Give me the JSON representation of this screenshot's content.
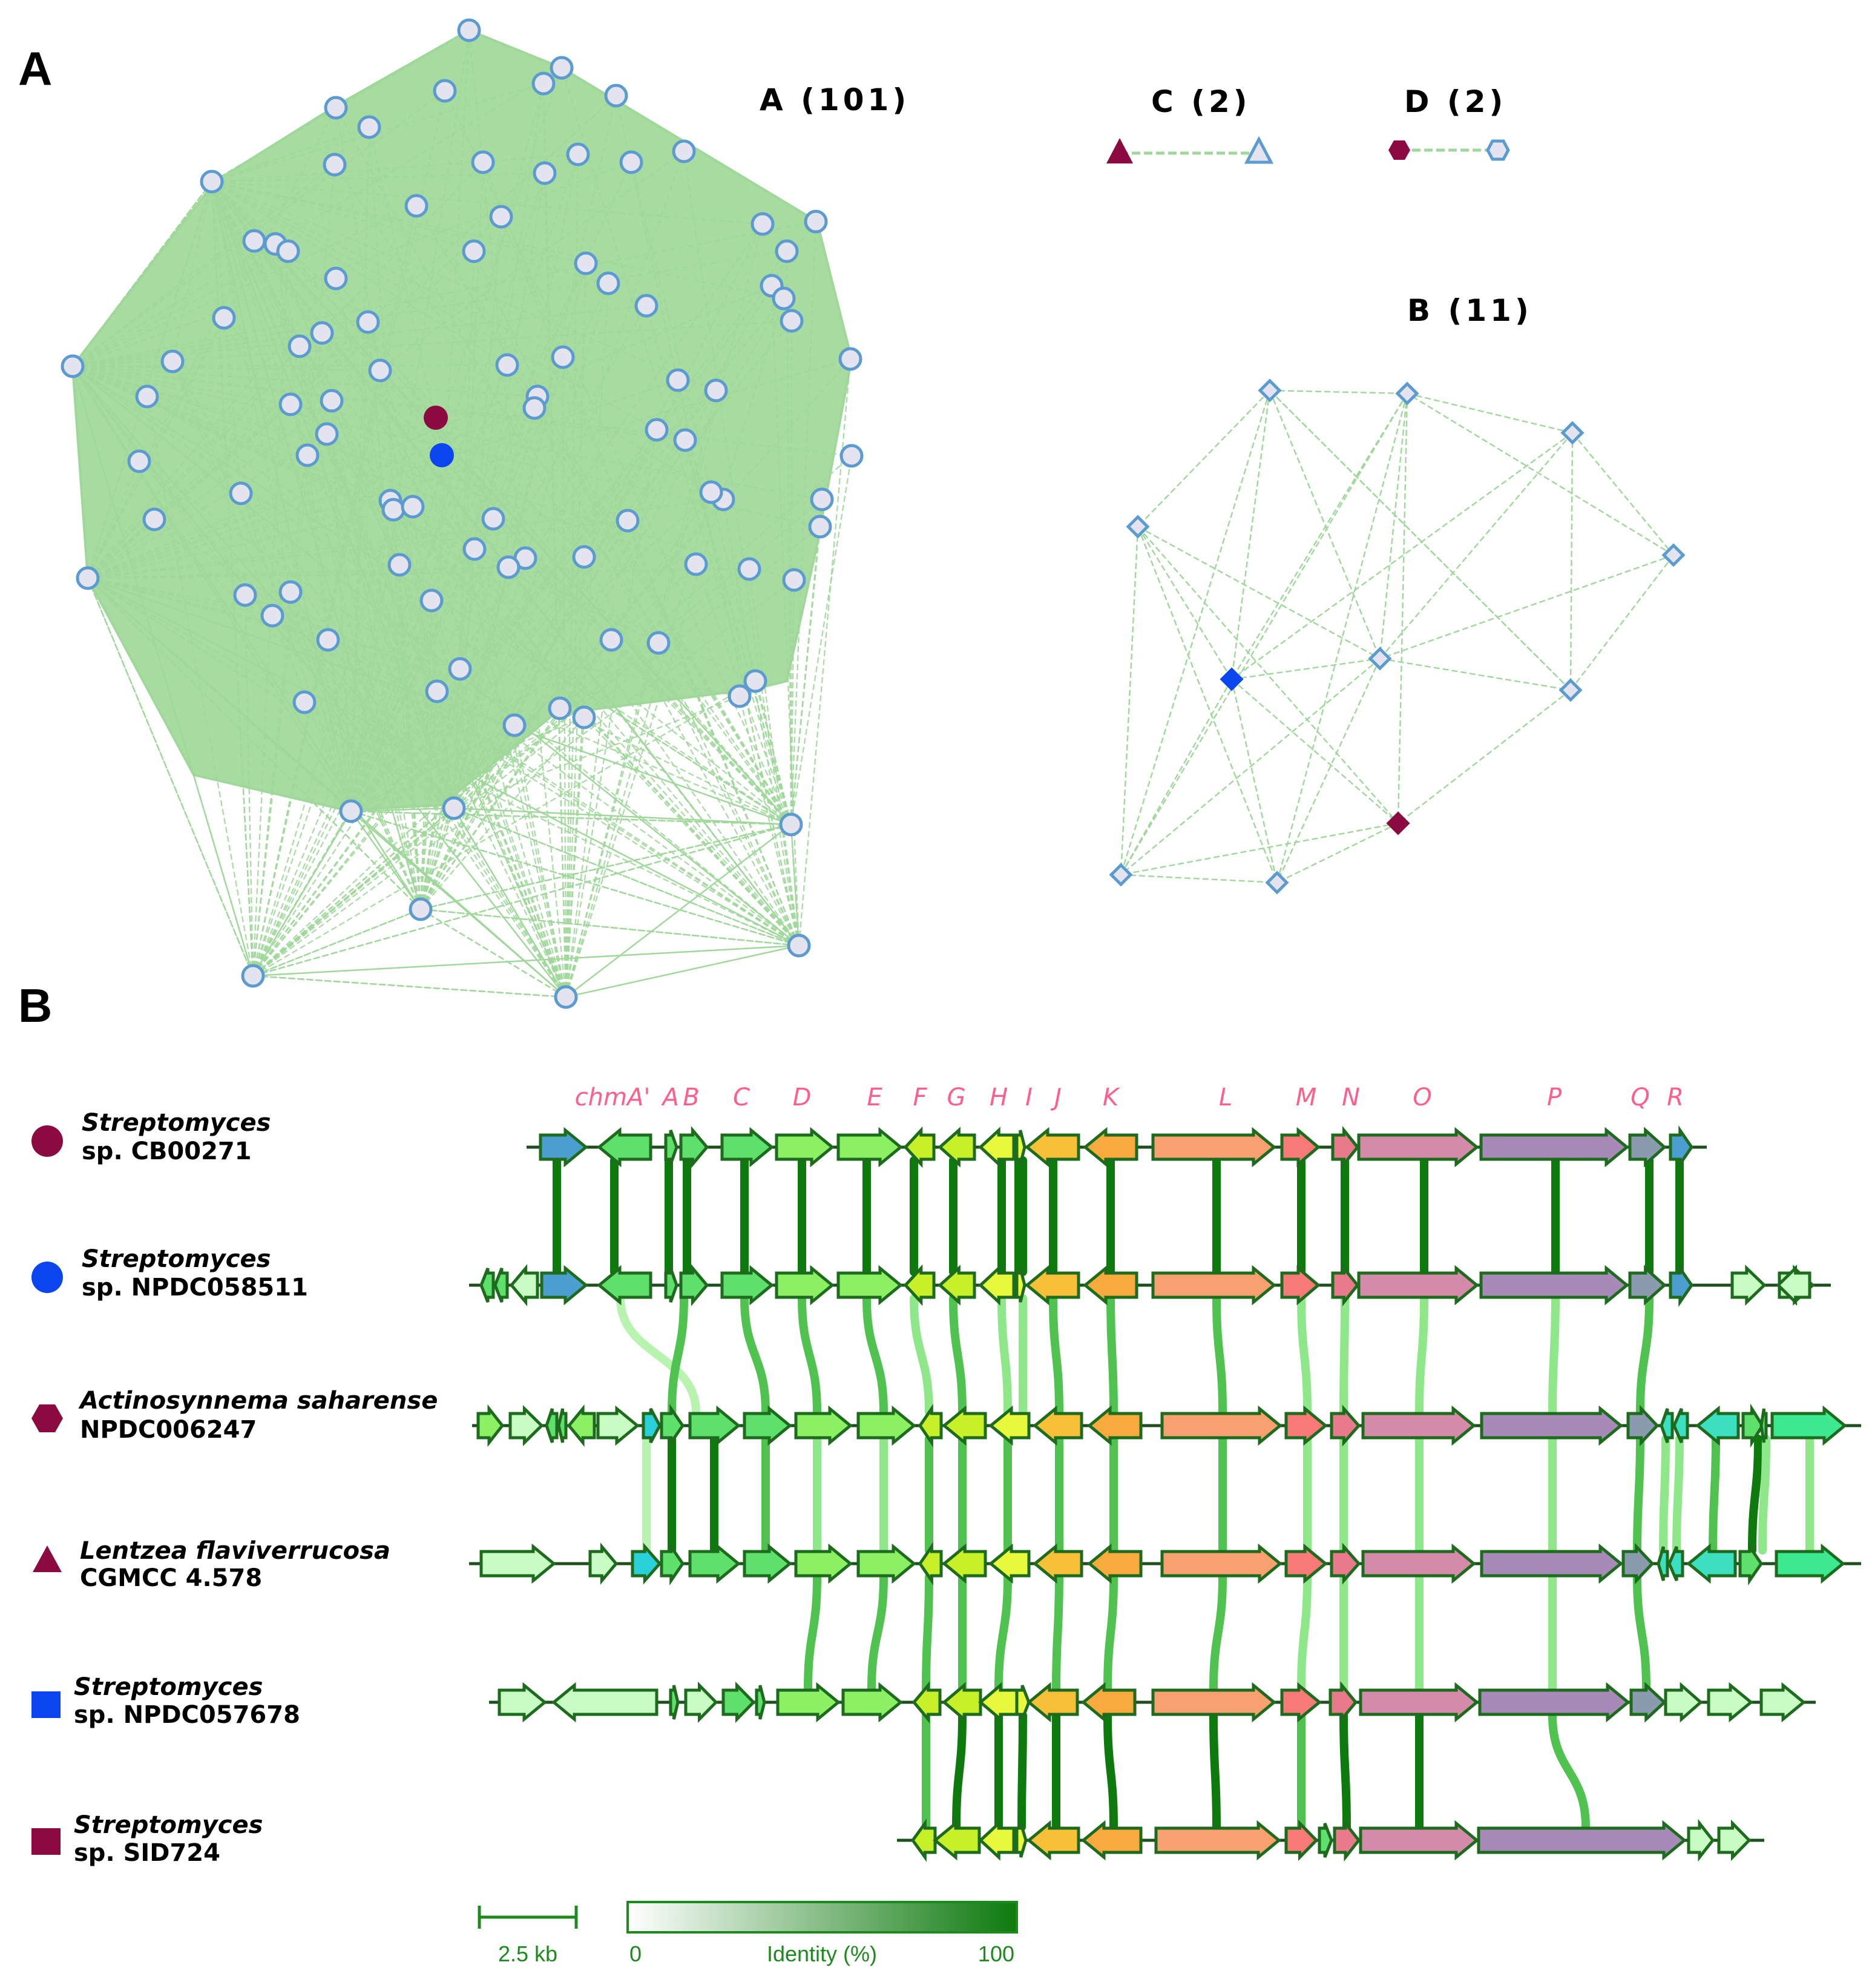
{
  "panel_a": {
    "letter": "A",
    "networks": {
      "a": {
        "label": "A (101)"
      },
      "b": {
        "label": "B (11)"
      },
      "c": {
        "label": "C (2)"
      },
      "d": {
        "label": "D (2)"
      }
    }
  },
  "panel_b": {
    "letter": "B",
    "gene_labels": [
      "chmA'",
      "A",
      "B",
      "C",
      "D",
      "E",
      "F",
      "G",
      "H",
      "I",
      "J",
      "K",
      "L",
      "M",
      "N",
      "O",
      "P",
      "Q",
      "R"
    ],
    "species": [
      {
        "name": "Streptomyces",
        "strain": "sp. CB00271",
        "marker": "circle",
        "color": "#8b0a3f"
      },
      {
        "name": "Streptomyces",
        "strain": "sp. NPDC058511",
        "marker": "circle",
        "color": "#0a45f0"
      },
      {
        "name": "Actinosynnema saharense",
        "strain": "NPDC006247",
        "marker": "hexagon",
        "color": "#8b0a3f"
      },
      {
        "name": "Lentzea flaviverrucosa",
        "strain": "CGMCC 4.578",
        "marker": "triangle",
        "color": "#8b0a3f"
      },
      {
        "name": "Streptomyces",
        "strain": "sp. NPDC057678",
        "marker": "square",
        "color": "#0a45f0"
      },
      {
        "name": "Streptomyces",
        "strain": "sp. SID724",
        "marker": "square",
        "color": "#8b0a3f"
      }
    ],
    "scale_bar": {
      "label": "2.5 kb"
    },
    "identity_legend": {
      "min": "0",
      "title": "Identity (%)",
      "max": "100"
    }
  },
  "colors": {
    "node_fill": "#e4e4f0",
    "node_stroke": "#5c9bd0",
    "edge": "#9fd89a",
    "hull": "#a8dba0",
    "query_red": "#8b0a3f",
    "query_blue": "#0a45f0",
    "gene_label": "#ff5f8a",
    "link_dark": "#0e7a0e"
  }
}
